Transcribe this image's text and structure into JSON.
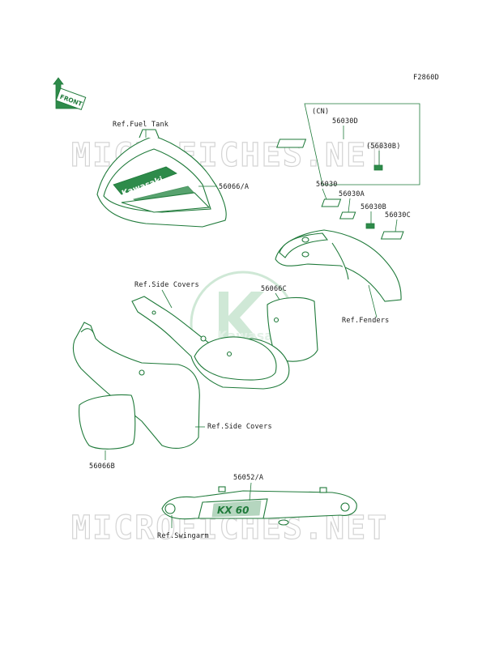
{
  "figure_code": "F2860D",
  "front_label": "FRONT",
  "watermark_text": "MICROFICHES.NET",
  "logo_text": "Kawasaki",
  "tank_decal_text": "Kawasaki",
  "swingarm_decal_text": "KX 60",
  "callouts": {
    "ref_fuel_tank": "Ref.Fuel Tank",
    "p56066a": "56066/A",
    "cn": "(CN)",
    "p56030d": "56030D",
    "p56030b_paren": "(56030B)",
    "p56030": "56030",
    "p56030a": "56030A",
    "p56030b": "56030B",
    "p56030c": "56030C",
    "ref_fenders": "Ref.Fenders",
    "ref_side_covers_top": "Ref.Side Covers",
    "p56066c": "56066C",
    "ref_side_covers_mid": "Ref.Side Covers",
    "p56066b": "56066B",
    "p56052a": "56052/A",
    "ref_swingarm": "Ref.Swingarm"
  },
  "colors": {
    "line": "#1f7a3a",
    "decal": "#2e8b4a",
    "watermark": "#d4d4d4"
  }
}
